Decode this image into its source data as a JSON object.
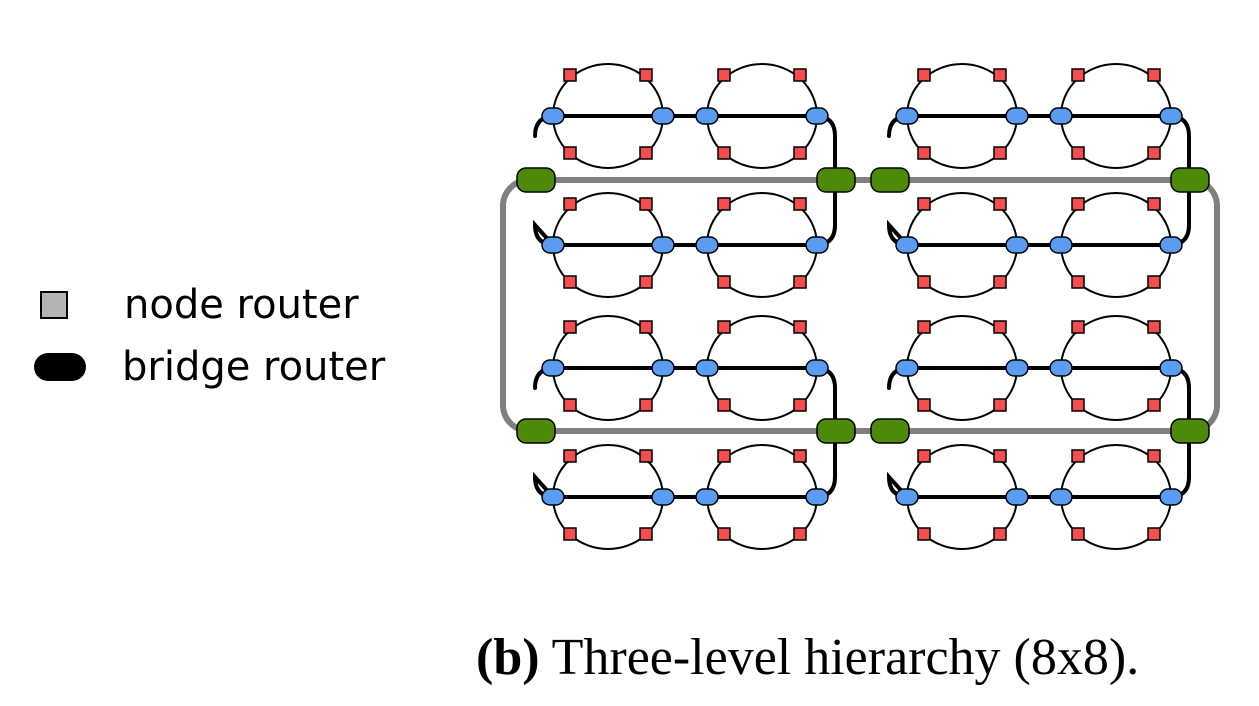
{
  "legend": {
    "node_router_label": "node router",
    "bridge_router_label": "bridge router"
  },
  "caption": {
    "tag": "(b)",
    "text": "Three-level hierarchy (8x8)."
  },
  "colors": {
    "node_router": "#ef4f4f",
    "level1_bridge": "#5b9bf0",
    "level2_bridge": "#4e8a0a",
    "level3_link": "#808080",
    "legend_node": "#b4b4b4"
  },
  "diagram": {
    "groups": 4,
    "blocks_per_group": 2,
    "rings_per_block": 2,
    "nodes_per_ring": 4
  }
}
